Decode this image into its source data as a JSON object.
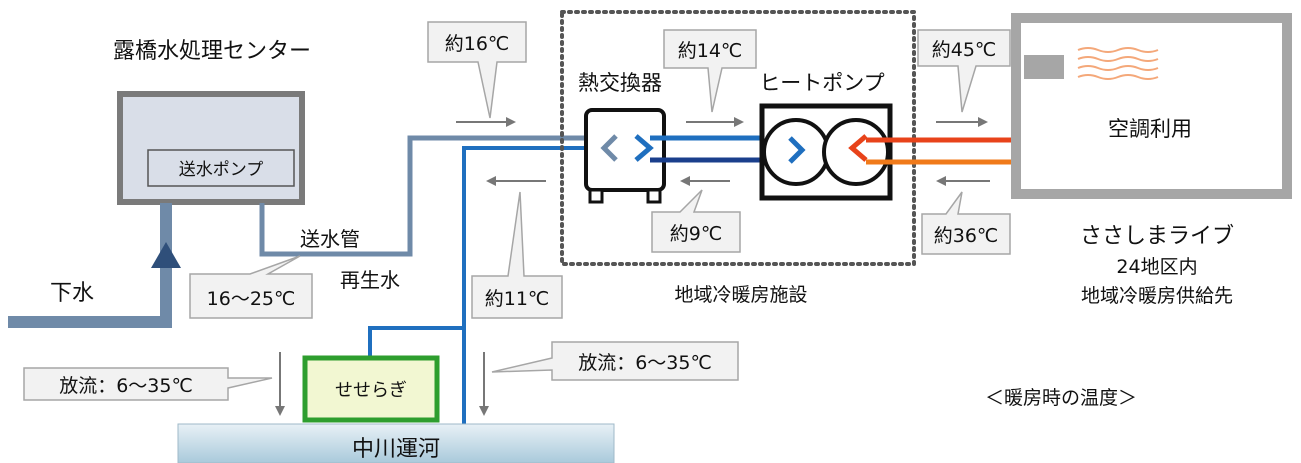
{
  "title": "露橋水処理センター",
  "treatment_center": {
    "pump_label": "送水ポンプ"
  },
  "sewage_label": "下水",
  "pipe_label": "送水管",
  "reclaimed_water_label": "再生水",
  "callouts": {
    "sent_temp": "16〜25℃",
    "inlet_temp": "約16℃",
    "after_hx_temp": "約14℃",
    "return_hx_temp": "約9℃",
    "discharge_temp": "約11℃",
    "supply_temp": "約45℃",
    "return_temp": "約36℃",
    "release_left": "放流：6〜35℃",
    "release_right": "放流：6〜35℃"
  },
  "facility": {
    "heat_exchanger": "熱交換器",
    "heat_pump": "ヒートポンプ",
    "caption": "地域冷暖房施設"
  },
  "consumer": {
    "box_label": "空調利用",
    "name": "ささしまライブ",
    "area": "24地区内",
    "desc": "地域冷暖房供給先"
  },
  "seseragi_label": "せせらぎ",
  "canal_label": "中川運河",
  "mode_caption": "＜暖房時の温度＞",
  "colors": {
    "reclaimed_pipe": "#6f8aa8",
    "cold_pipe": "#1f6fbf",
    "hot_pipe": "#e8431a",
    "warm_pipe": "#f07a1a",
    "seseragi_border": "#2e9e2e",
    "seseragi_fill": "#f2f7d2",
    "center_fill": "#d9dee8",
    "center_border": "#7a7a7a",
    "consumer_border": "#a6a6a6",
    "canal_fill": "#c5dce8"
  }
}
